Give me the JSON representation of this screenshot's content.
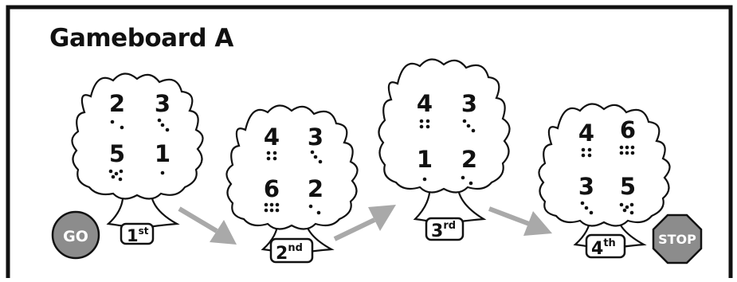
{
  "title": "Gameboard A",
  "go_label": "GO",
  "stop_label": "STOP",
  "colors": {
    "frame": "#111111",
    "token": "#8c8c8c",
    "arrow": "#a9a9a9",
    "ink": "#111111"
  },
  "trees": [
    {
      "place": "1",
      "suffix": "st",
      "numbers": [
        "2",
        "3",
        "5",
        "1"
      ]
    },
    {
      "place": "2",
      "suffix": "nd",
      "numbers": [
        "4",
        "3",
        "6",
        "2"
      ]
    },
    {
      "place": "3",
      "suffix": "rd",
      "numbers": [
        "4",
        "3",
        "1",
        "2"
      ]
    },
    {
      "place": "4",
      "suffix": "th",
      "numbers": [
        "4",
        "6",
        "3",
        "5"
      ]
    }
  ]
}
